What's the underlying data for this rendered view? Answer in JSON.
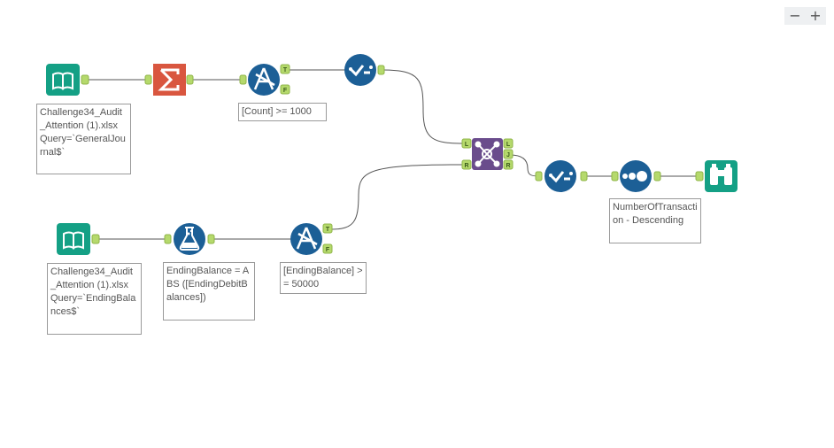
{
  "zoom": {
    "out_label": "−",
    "in_label": "+"
  },
  "colors": {
    "input_teal": "#14a085",
    "summarize_red": "#d9563f",
    "filter_blue": "#1c5f96",
    "formula_blue": "#1c5f96",
    "join_purple": "#6a4c8c",
    "browse_teal": "#14a085",
    "anchor_green": "#b5d96c",
    "connector": "#555555"
  },
  "tools": {
    "input1": {
      "icon": "book-icon"
    },
    "summarize": {
      "icon": "sigma-icon"
    },
    "filter1": {
      "icon": "filter-icon",
      "anchors": [
        "T",
        "F"
      ]
    },
    "select1": {
      "icon": "checkmark-icon"
    },
    "join": {
      "icon": "join-icon",
      "inputs": [
        "L",
        "R"
      ],
      "outputs": [
        "L",
        "J",
        "R"
      ]
    },
    "select2": {
      "icon": "checkmark-icon"
    },
    "sort": {
      "icon": "sort-dots-icon"
    },
    "browse": {
      "icon": "binoculars-icon"
    },
    "input2": {
      "icon": "book-icon"
    },
    "formula": {
      "icon": "flask-icon"
    },
    "filter2": {
      "icon": "filter-icon",
      "anchors": [
        "T",
        "F"
      ]
    }
  },
  "annotations": {
    "input1": "Challenge34_Audit_Attention (1).xlsx Query=`GeneralJournal$`",
    "filter1": "[Count] >= 1000",
    "sort": "NumberOfTransaction - Descending",
    "input2": "Challenge34_Audit_Attention (1).xlsx Query=`EndingBalances$`",
    "formula": "EndingBalance = ABS ([EndingDebitBalances])",
    "filter2": "[EndingBalance] >= 50000"
  }
}
